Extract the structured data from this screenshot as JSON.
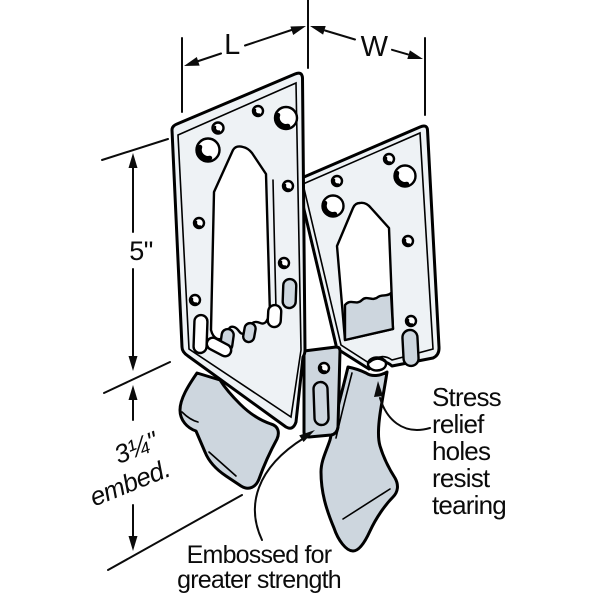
{
  "illustration": {
    "subject": "Isometric line drawing of a sheet-steel post base with two parallel side plates, arched cutouts, nail holes, embossed ribs and splayed concrete-embedment prongs",
    "colors": {
      "plate": "#cdd6de",
      "edge": "#eef2f5",
      "shadow": "#b9c4cd",
      "line": "#000000",
      "background": "#ffffff"
    }
  },
  "dimensions": {
    "length": {
      "label": "L"
    },
    "width": {
      "label": "W"
    },
    "height": {
      "label": "5\""
    },
    "embed": {
      "line1": "3¼\"",
      "line2": "embed."
    }
  },
  "callouts": {
    "stress_relief": {
      "lines": [
        "Stress",
        "relief",
        "holes",
        "resist",
        "tearing"
      ]
    },
    "embossed": {
      "lines": [
        "Embossed for",
        "greater strength"
      ]
    }
  }
}
